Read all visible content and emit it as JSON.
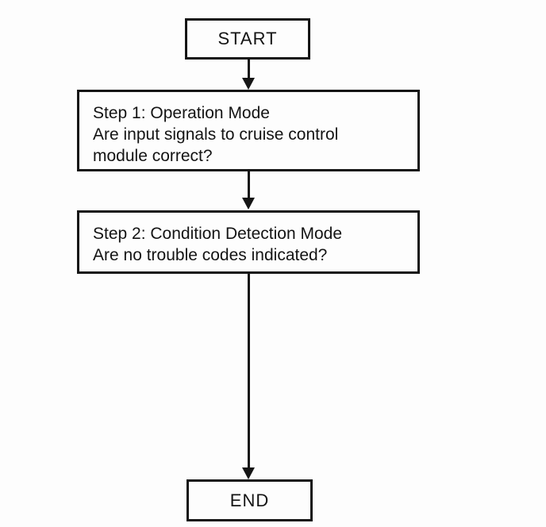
{
  "diagram": {
    "type": "flowchart",
    "background_color": "#fdfdfd",
    "line_color": "#151515",
    "nodes": [
      {
        "id": "start",
        "type": "terminal",
        "label": "START"
      },
      {
        "id": "step1",
        "type": "process",
        "lines": [
          "Step 1: Operation Mode",
          "Are input signals to cruise control",
          "module correct?"
        ]
      },
      {
        "id": "step2",
        "type": "process",
        "lines": [
          "Step 2: Condition Detection Mode",
          "Are no trouble codes indicated?"
        ]
      },
      {
        "id": "end",
        "type": "terminal",
        "label": "END"
      }
    ],
    "edges": [
      {
        "from": "start",
        "to": "step1"
      },
      {
        "from": "step1",
        "to": "step2"
      },
      {
        "from": "step2",
        "to": "end"
      }
    ]
  }
}
